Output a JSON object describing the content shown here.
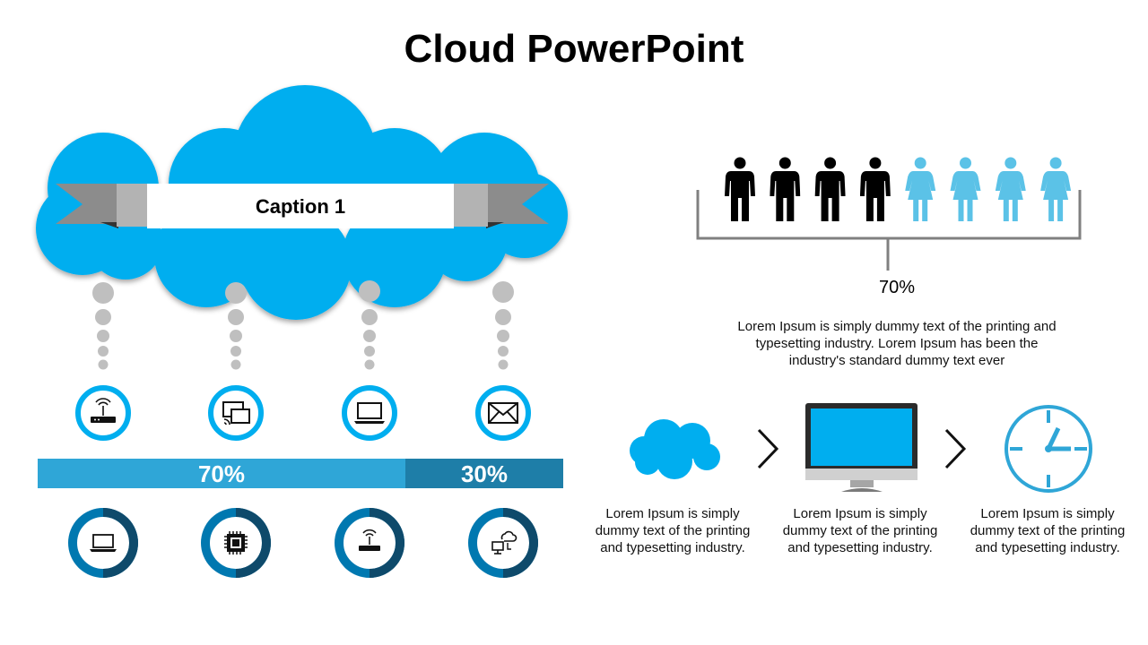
{
  "slide": {
    "title": "Cloud PowerPoint",
    "caption": "Caption 1"
  },
  "colors": {
    "cloud_blue": "#00AEEF",
    "bar_light": "#2FA6D7",
    "bar_dark": "#1E7EA8",
    "ring_blue": "#0078B0",
    "ring_navy": "#0E4A6B",
    "female_blue": "#5BC2E7",
    "dot_gray": "#BFBFBF",
    "ribbon_gray": "#8C8C8C"
  },
  "split_bar": {
    "left_value": "70%",
    "right_value": "30%",
    "left_fraction": 0.7
  },
  "top_icons": [
    "router-icon",
    "screen-share-icon",
    "laptop-icon",
    "envelope-icon"
  ],
  "bottom_icons": [
    "laptop-icon",
    "chip-icon",
    "router-icon",
    "cloud-network-icon"
  ],
  "people": {
    "men": 4,
    "women": 4,
    "value": "70%",
    "text": "Lorem Ipsum is simply dummy text of the printing and typesetting industry. Lorem Ipsum has been the industry's standard dummy text ever"
  },
  "process": {
    "steps": [
      {
        "icon": "cloud-icon",
        "text": "Lorem Ipsum is simply dummy text of the printing and typesetting industry."
      },
      {
        "icon": "monitor-icon",
        "text": "Lorem Ipsum is simply dummy text of the printing and typesetting industry."
      },
      {
        "icon": "clock-icon",
        "text": "Lorem Ipsum is simply dummy text of the printing and typesetting industry."
      }
    ]
  }
}
